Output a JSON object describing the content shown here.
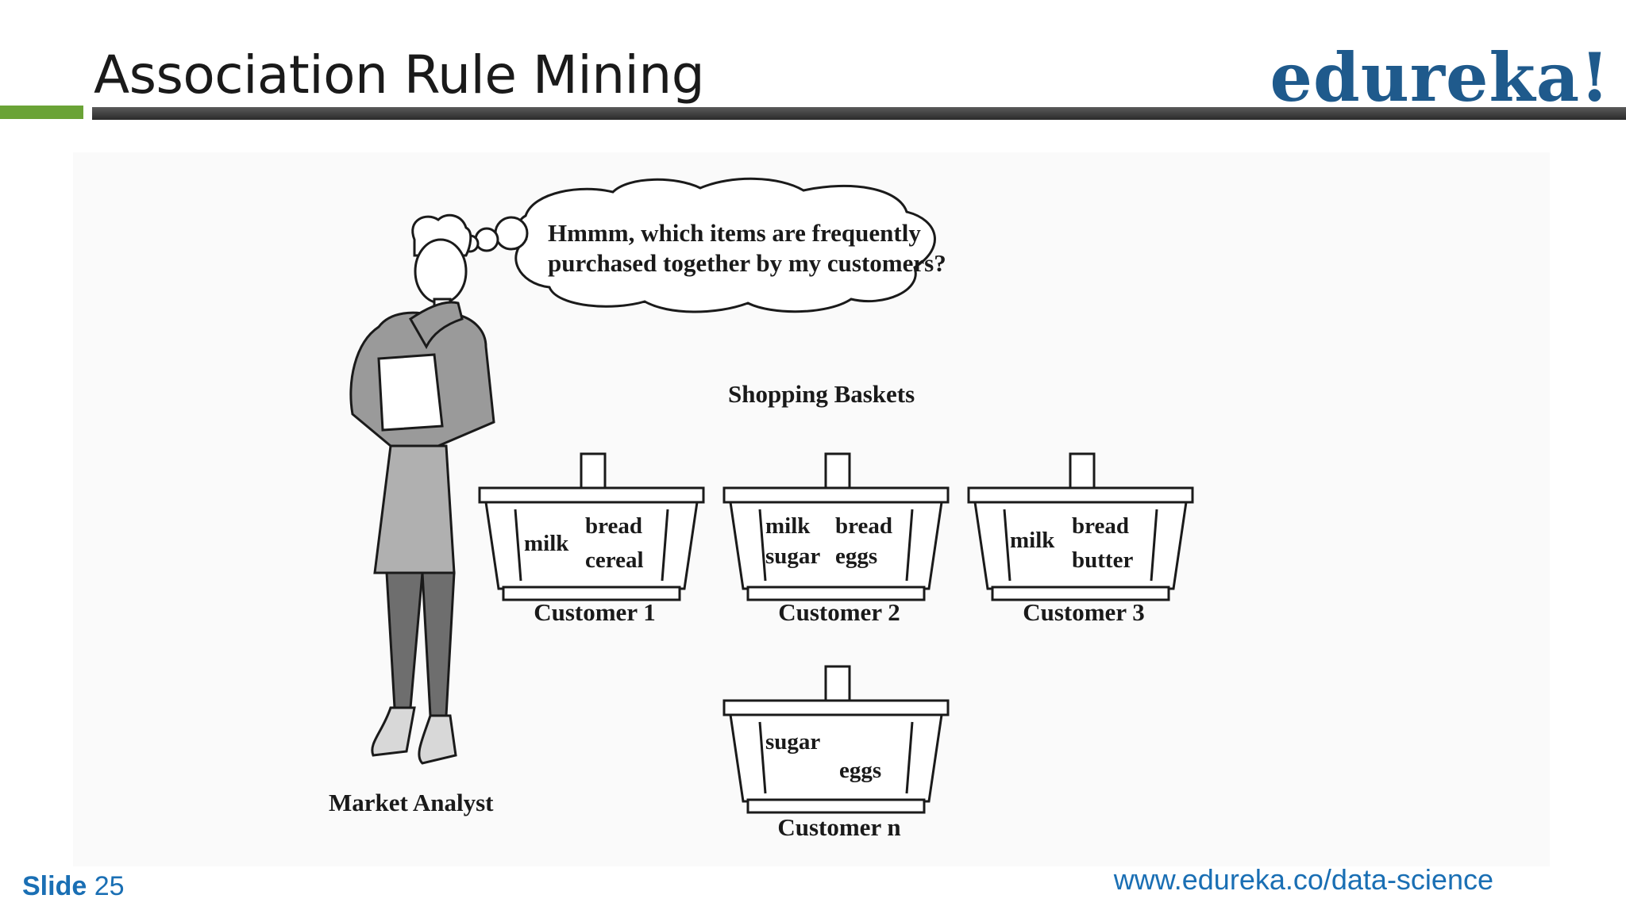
{
  "slide": {
    "title": "Association Rule Mining",
    "logo": "edureka!",
    "footer_label": "Slide",
    "footer_number": "25",
    "footer_url": "www.edureka.co/data-science"
  },
  "illustration": {
    "thought_line1": "Hmmm, which items are frequently",
    "thought_line2": "purchased together by my customers?",
    "baskets_heading": "Shopping Baskets",
    "analyst_label": "Market Analyst",
    "baskets": [
      {
        "label": "Customer 1",
        "items": [
          "bread",
          "milk",
          "cereal"
        ]
      },
      {
        "label": "Customer 2",
        "items": [
          "milk",
          "bread",
          "sugar",
          "eggs"
        ]
      },
      {
        "label": "Customer 3",
        "items": [
          "bread",
          "milk",
          "butter"
        ]
      },
      {
        "label": "Customer n",
        "items": [
          "sugar",
          "eggs"
        ]
      }
    ]
  }
}
